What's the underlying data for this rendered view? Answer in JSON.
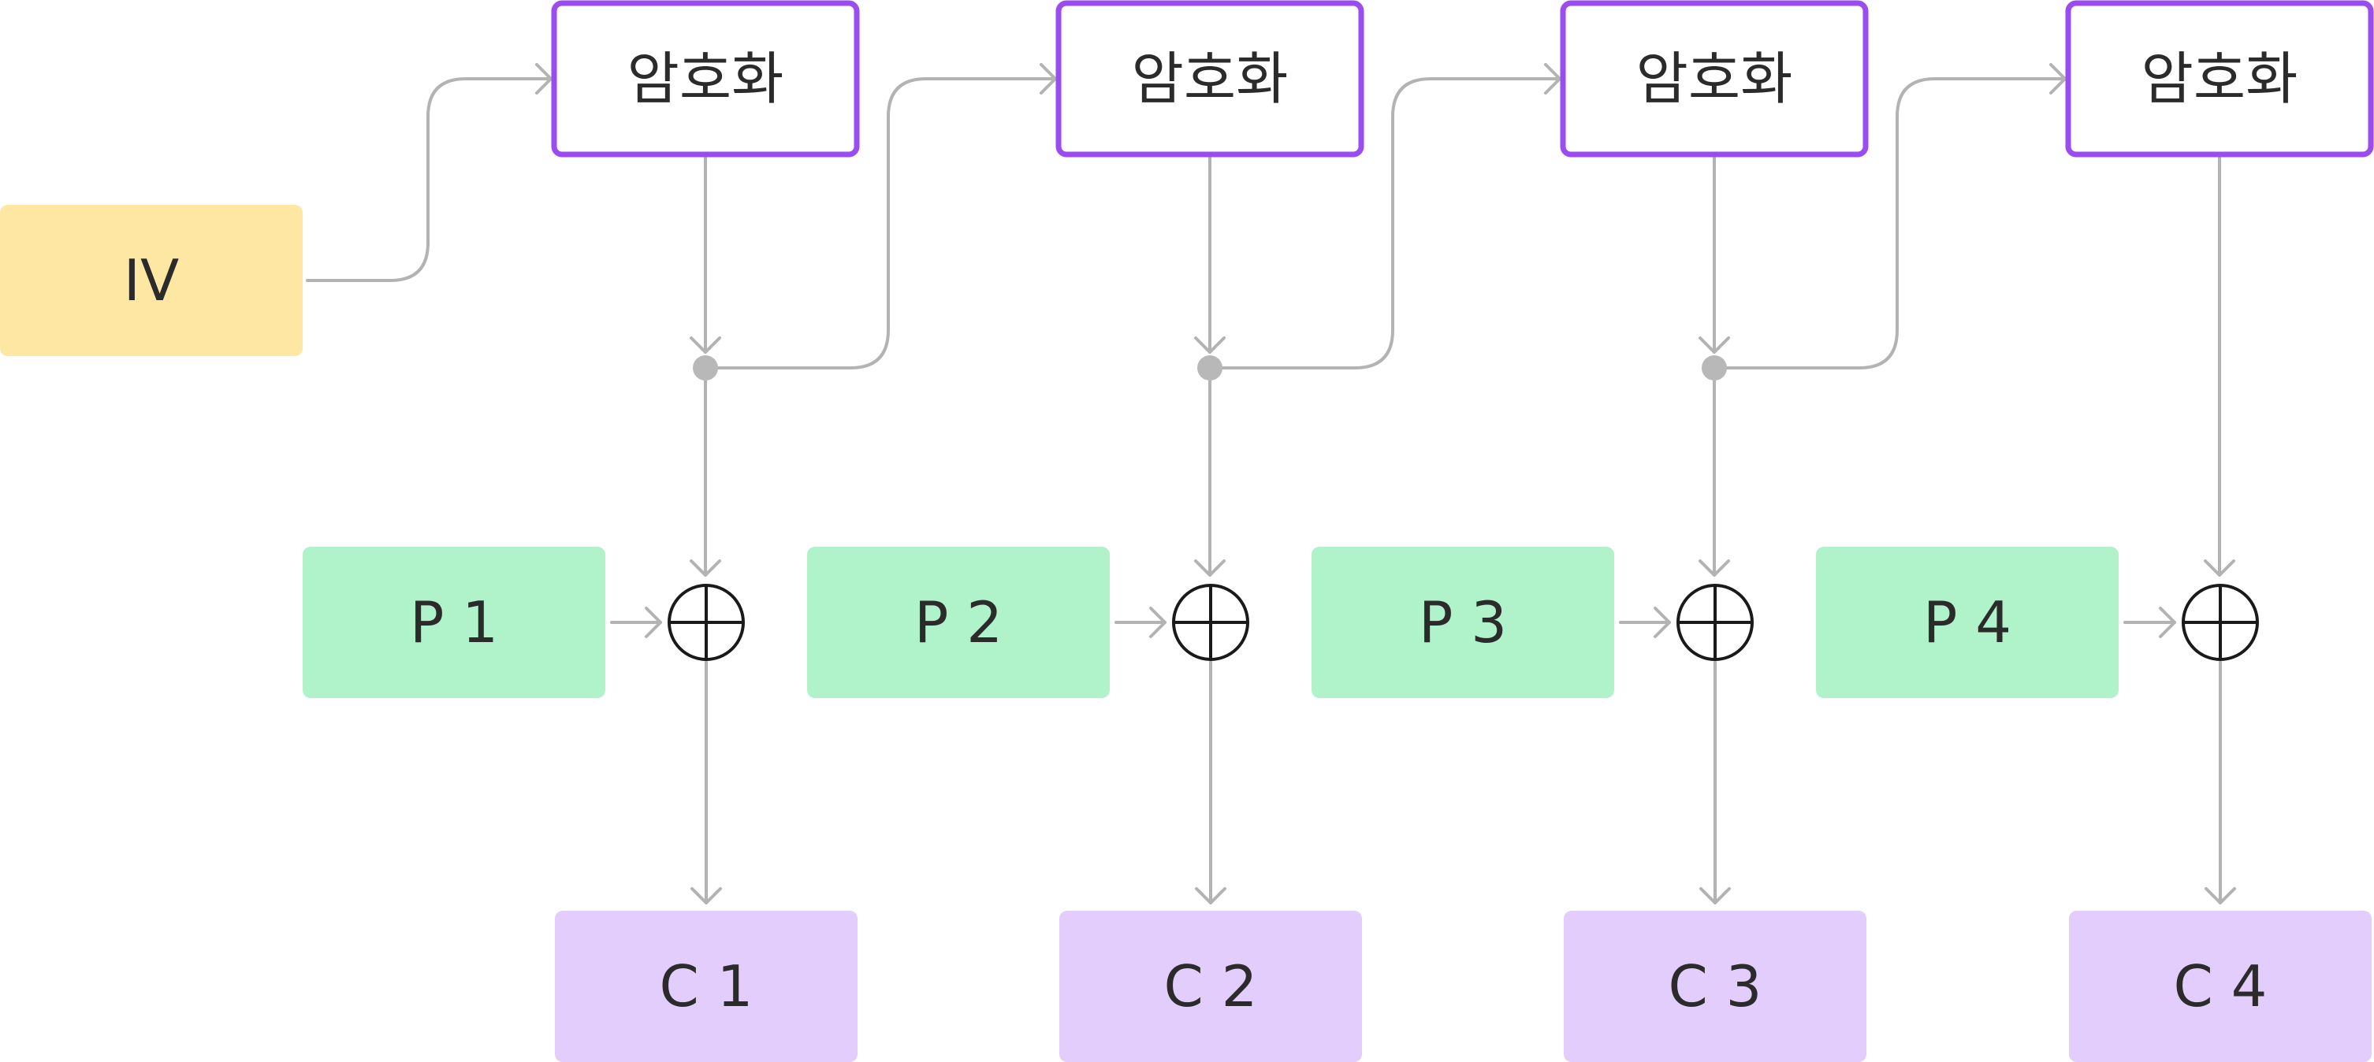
{
  "iv": {
    "label": "IV",
    "fill": "#fee7a3"
  },
  "encrypt_blocks": [
    {
      "label": "암호화"
    },
    {
      "label": "암호화"
    },
    {
      "label": "암호화"
    },
    {
      "label": "암호화"
    }
  ],
  "plaintext_blocks": [
    {
      "label": "P 1"
    },
    {
      "label": "P 2"
    },
    {
      "label": "P 3"
    },
    {
      "label": "P 4"
    }
  ],
  "ciphertext_blocks": [
    {
      "label": "C 1"
    },
    {
      "label": "C 2"
    },
    {
      "label": "C 3"
    },
    {
      "label": "C 4"
    }
  ],
  "colors": {
    "encrypt_border": "#9a4cf0",
    "plaintext_fill": "#b0f2c9",
    "ciphertext_fill": "#e3cdfc",
    "connector": "#b3b3b3",
    "xor_stroke": "#1a1a1a"
  },
  "icons": {
    "xor": "circled-plus-xor-icon",
    "junction": "dot-junction-icon"
  }
}
